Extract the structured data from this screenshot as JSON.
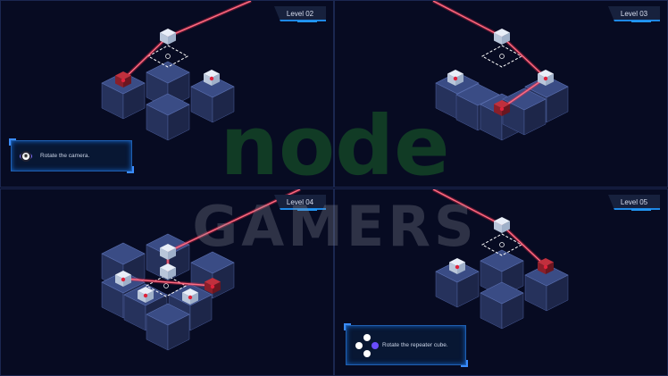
{
  "levels": [
    {
      "label": "Level 02"
    },
    {
      "label": "Level 03"
    },
    {
      "label": "Level 04"
    },
    {
      "label": "Level 05"
    }
  ],
  "hints": [
    {
      "text": "Rotate the camera."
    },
    {
      "text": "Rotate the repeater cube."
    }
  ],
  "watermark": {
    "line1": "node",
    "line2": "GAMERS"
  },
  "colors": {
    "laser": "#ff2a4a",
    "cube_top": "#3a4c85",
    "cube_left": "#26325c",
    "cube_right": "#1d2649",
    "accent": "#2196f3",
    "logo_green": "#1e7a2a"
  }
}
